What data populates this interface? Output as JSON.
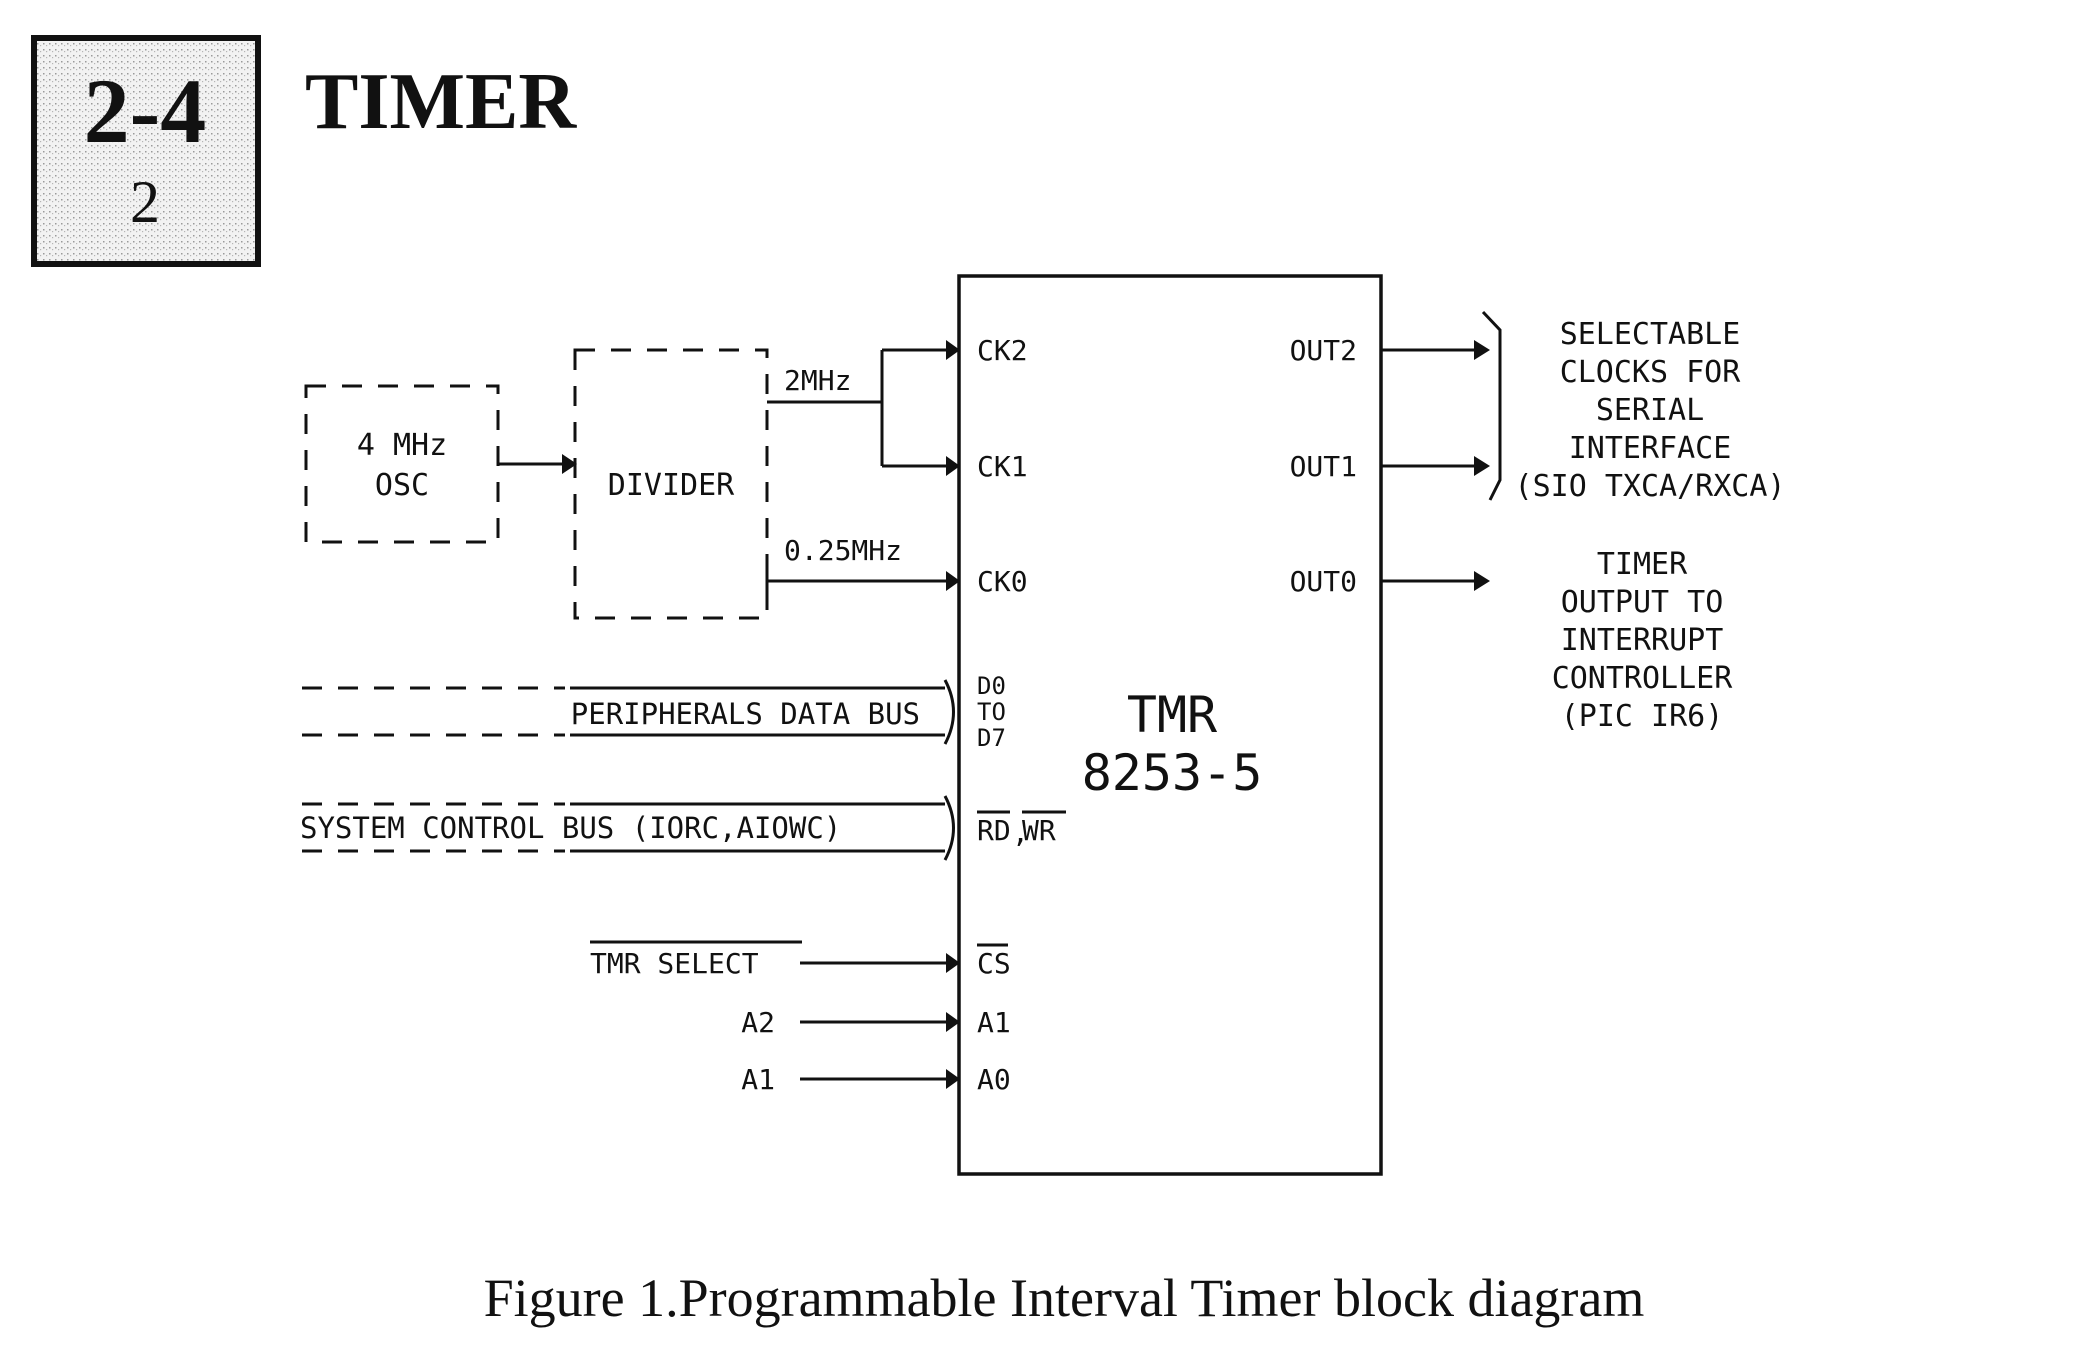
{
  "header": {
    "section_number": "2-4",
    "subsection_number": "2",
    "title": "TIMER"
  },
  "blocks": {
    "oscillator": {
      "line1": "4 MHz",
      "line2": "OSC"
    },
    "divider": {
      "label": "DIVIDER"
    },
    "chip": {
      "line1": "TMR",
      "line2": "8253-5"
    }
  },
  "signals": {
    "freq_2mhz": "2MHz",
    "freq_025mhz": "0.25MHz",
    "peripherals_bus": "PERIPHERALS DATA BUS",
    "system_control_bus": "SYSTEM CONTROL BUS (IORC,AIOWC)",
    "tmr_select": "TMR SELECT",
    "a2": "A2",
    "a1": "A1"
  },
  "chip_pins": {
    "left": {
      "ck2": "CK2",
      "ck1": "CK1",
      "ck0": "CK0",
      "d0": "D0",
      "to": "TO",
      "d7": "D7",
      "rd": "RD",
      "wr": "WR",
      "cs": "CS",
      "a1": "A1",
      "a0": "A0"
    },
    "right": {
      "out2": "OUT2",
      "out1": "OUT1",
      "out0": "OUT0"
    }
  },
  "outputs": {
    "serial_clocks": [
      "SELECTABLE",
      "CLOCKS FOR",
      "SERIAL",
      "INTERFACE",
      "(SIO TXCA/RXCA)"
    ],
    "interrupt": [
      "TIMER",
      "OUTPUT TO",
      "INTERRUPT",
      "CONTROLLER",
      "(PIC IR6)"
    ]
  },
  "caption": "Figure 1.Programmable Interval Timer block diagram"
}
